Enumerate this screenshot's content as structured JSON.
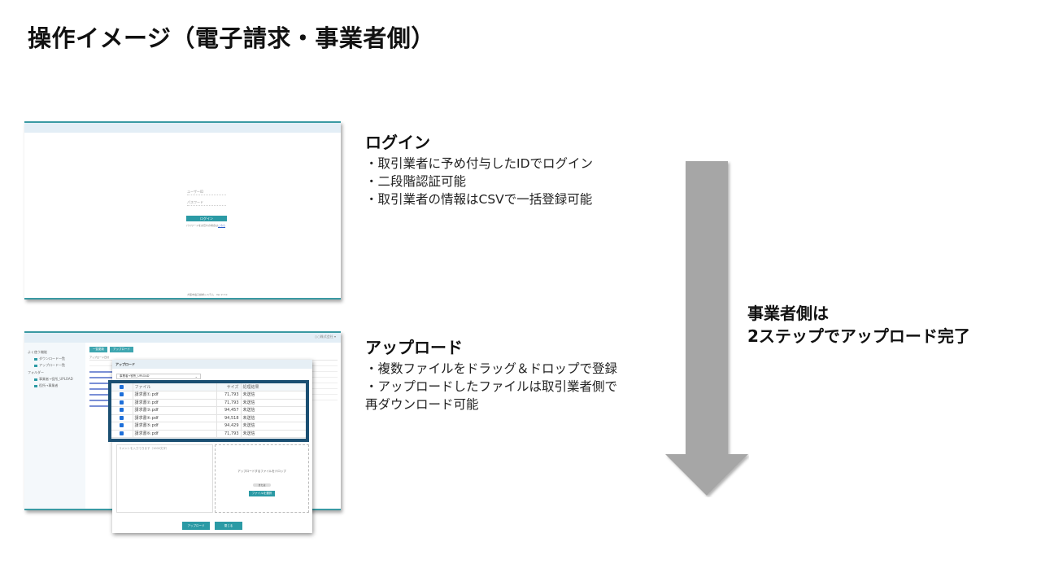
{
  "page": {
    "title": "操作イメージ（電子請求・事業者側）"
  },
  "login_screen": {
    "username_placeholder": "ユーザーID",
    "password_placeholder": "パスワード",
    "login_button": "ログイン",
    "forgot_text": "パスワードをお忘れの場合は",
    "forgot_link": "こちら",
    "footer": "大阪市電子請求システム　Ver 2.7.0"
  },
  "upload_screen": {
    "company_menu": "○○株式会社 ▾",
    "sidebar": {
      "sections": [
        {
          "label": "よく使う機能",
          "items": [
            "ダウンロード一覧",
            "アップロード一覧"
          ]
        },
        {
          "label": "フォルダー",
          "items": [
            "事業者→役所_UPLOAD",
            "役所→事業者"
          ]
        }
      ]
    },
    "toolbar": {
      "new_folder": "一覧更新",
      "upload": "アップロード"
    },
    "background_table_header": "アップロード日付",
    "dialog": {
      "title": "アップロード",
      "folder_select": "事業者→役所_UPLOAD",
      "columns": [
        "ファイル",
        "サイズ",
        "処理結果"
      ],
      "files": [
        {
          "name": "請求書①.pdf",
          "size": "71,793",
          "status": "未送信"
        },
        {
          "name": "請求書②.pdf",
          "size": "71,793",
          "status": "未送信"
        },
        {
          "name": "請求書③.pdf",
          "size": "94,457",
          "status": "未送信"
        },
        {
          "name": "請求書④.pdf",
          "size": "94,518",
          "status": "未送信"
        },
        {
          "name": "請求書⑤.pdf",
          "size": "94,429",
          "status": "未送信"
        },
        {
          "name": "請求書⑥.pdf",
          "size": "71,793",
          "status": "未送信"
        }
      ],
      "comment_placeholder": "コメントを入力できます（1000文字）",
      "drop_text": "アップロードするファイルをドロップ",
      "or_text": "または",
      "choose_file": "ファイルを選択",
      "upload_button": "アップロード",
      "close_button": "閉じる"
    }
  },
  "login_desc": {
    "heading": "ログイン",
    "bullets": [
      "・取引業者に予め付与したIDでログイン",
      "・二段階認証可能",
      "・取引業者の情報はCSVで一括登録可能"
    ]
  },
  "upload_desc": {
    "heading": "アップロード",
    "bullets": [
      "・複数ファイルをドラッグ＆ドロップで登録",
      "・アップロードしたファイルは取引業者側で",
      "再ダウンロード可能"
    ]
  },
  "summary": {
    "line1": "事業者側は",
    "line2": "2ステップでアップロード完了"
  },
  "colors": {
    "accent_teal": "#2b9aa5",
    "highlight_navy": "#1b4f72",
    "arrow_gray": "#a6a6a6"
  }
}
